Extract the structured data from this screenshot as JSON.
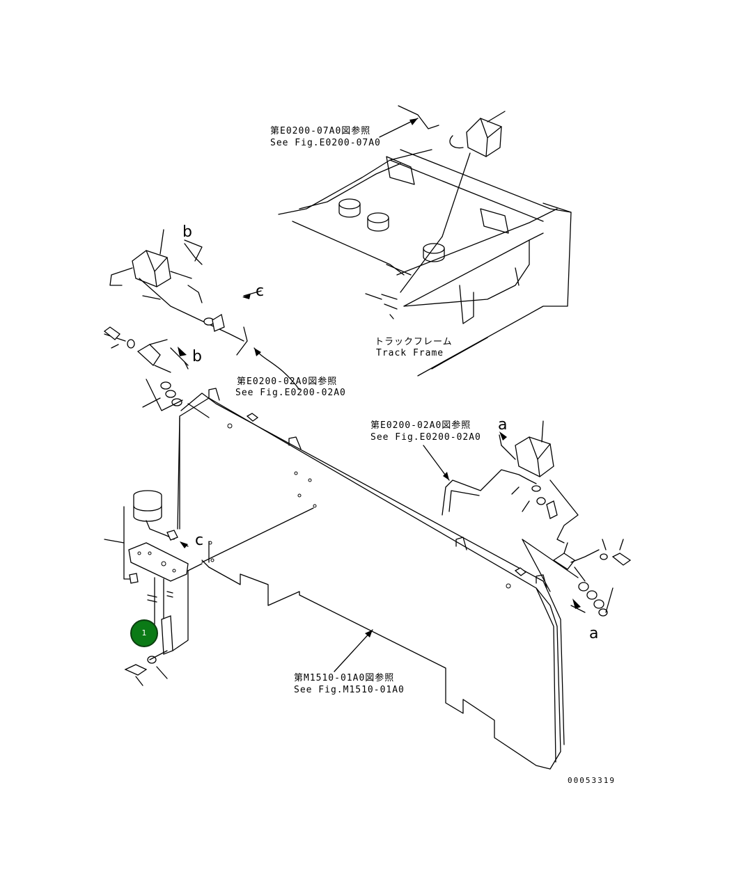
{
  "references": {
    "e0200_07a0": {
      "jp": "第E0200-07A0図参照",
      "en": "See Fig.E0200-07A0"
    },
    "e0200_02a0_left": {
      "jp": "第E0200-02A0図参照",
      "en": "See Fig.E0200-02A0"
    },
    "e0200_02a0_right": {
      "jp": "第E0200-02A0図参照",
      "en": "See Fig.E0200-02A0"
    },
    "m1510_01a0": {
      "jp": "第M1510-01A0図参照",
      "en": "See Fig.M1510-01A0"
    }
  },
  "track_frame": {
    "jp": "トラックフレーム",
    "en": "Track Frame"
  },
  "view_letters": {
    "b_top": "b",
    "b_mid": "b",
    "c_top": "c",
    "c_left": "c",
    "a_top": "a",
    "a_bottom": "a"
  },
  "callouts": [
    {
      "number": "1",
      "color": "#0b7a16"
    }
  ],
  "drawing_number": "00053319"
}
